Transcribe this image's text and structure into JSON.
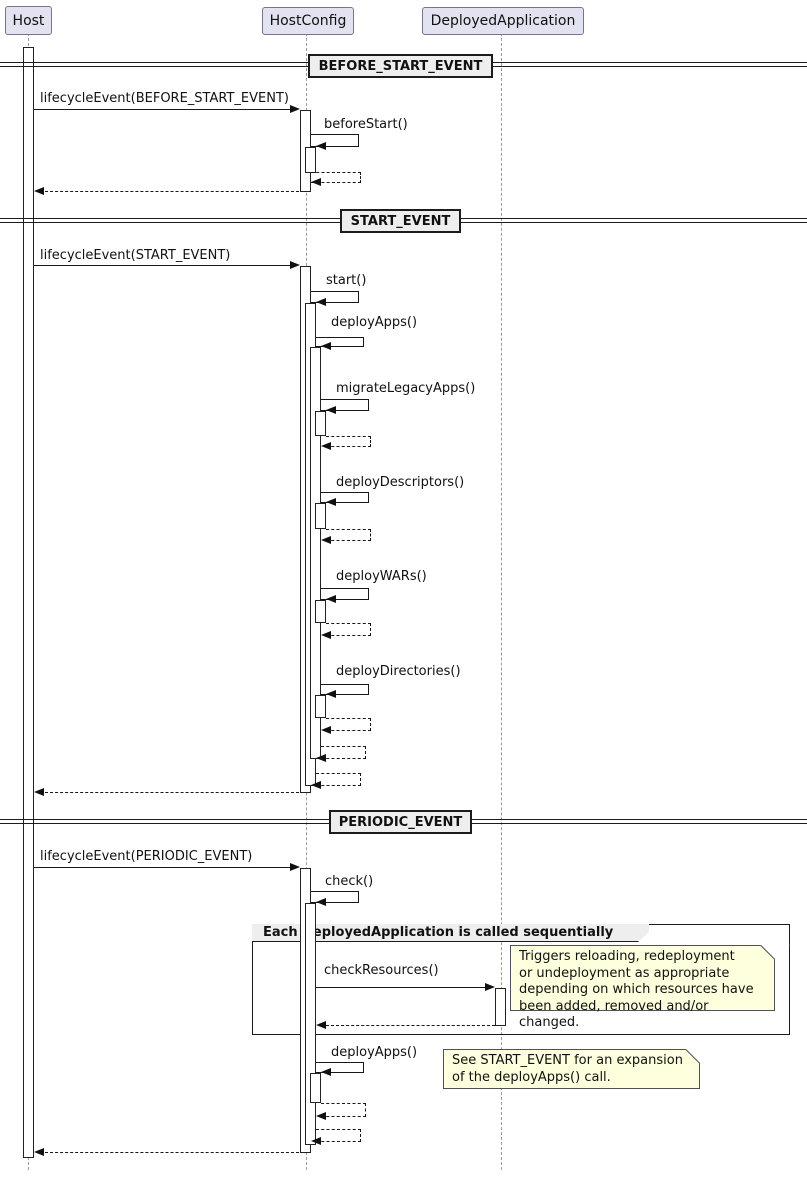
{
  "participants": [
    {
      "label": "Host"
    },
    {
      "label": "HostConfig"
    },
    {
      "label": "DeployedApplication"
    }
  ],
  "dividers": [
    {
      "label": "BEFORE_START_EVENT"
    },
    {
      "label": "START_EVENT"
    },
    {
      "label": "PERIODIC_EVENT"
    }
  ],
  "messages": [
    {
      "label": "lifecycleEvent(BEFORE_START_EVENT)",
      "from": "Host",
      "to": "HostConfig",
      "type": "call"
    },
    {
      "label": "beforeStart()",
      "from": "HostConfig",
      "to": "HostConfig",
      "type": "self-call"
    },
    {
      "label": "lifecycleEvent(START_EVENT)",
      "from": "Host",
      "to": "HostConfig",
      "type": "call"
    },
    {
      "label": "start()",
      "from": "HostConfig",
      "to": "HostConfig",
      "type": "self-call"
    },
    {
      "label": "deployApps()",
      "from": "HostConfig",
      "to": "HostConfig",
      "type": "self-call"
    },
    {
      "label": "migrateLegacyApps()",
      "from": "HostConfig",
      "to": "HostConfig",
      "type": "self-call"
    },
    {
      "label": "deployDescriptors()",
      "from": "HostConfig",
      "to": "HostConfig",
      "type": "self-call"
    },
    {
      "label": "deployWARs()",
      "from": "HostConfig",
      "to": "HostConfig",
      "type": "self-call"
    },
    {
      "label": "deployDirectories()",
      "from": "HostConfig",
      "to": "HostConfig",
      "type": "self-call"
    },
    {
      "label": "lifecycleEvent(PERIODIC_EVENT)",
      "from": "Host",
      "to": "HostConfig",
      "type": "call"
    },
    {
      "label": "check()",
      "from": "HostConfig",
      "to": "HostConfig",
      "type": "self-call"
    },
    {
      "label": "checkResources()",
      "from": "HostConfig",
      "to": "DeployedApplication",
      "type": "call"
    },
    {
      "label": "deployApps()",
      "from": "HostConfig",
      "to": "HostConfig",
      "type": "self-call"
    }
  ],
  "group": {
    "title": "Each DeployedApplication is called sequentially"
  },
  "notes": [
    {
      "text": "Triggers reloading, redeployment\nor undeployment as appropriate\ndepending on which resources have\nbeen added, removed and/or changed."
    },
    {
      "text": "See START_EVENT for an expansion\nof the deployApps() call."
    }
  ],
  "colors": {
    "participant_fill": "#E2E2F0",
    "note_fill": "#FEFFDD",
    "divider_fill": "#EEEEEE",
    "line": "#181818",
    "lifeline": "#9A9A9A"
  }
}
